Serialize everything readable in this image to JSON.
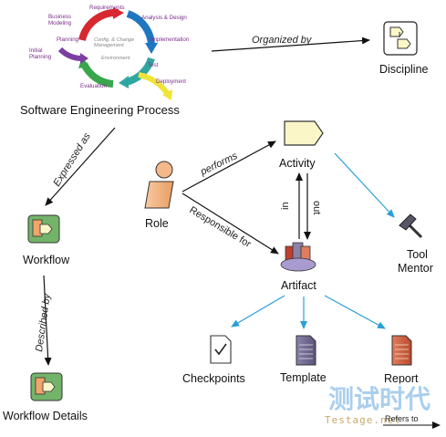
{
  "nodes": {
    "process": "Software Engineering Process",
    "discipline": "Discipline",
    "workflow": "Workflow",
    "workflow_details": "Workflow Details",
    "role": "Role",
    "activity": "Activity",
    "artifact": "Artifact",
    "tool_mentor": "Tool\nMentor",
    "checkpoints": "Checkpoints",
    "template": "Template",
    "report": "Report"
  },
  "edges": {
    "organized_by": "Organized by",
    "expressed_as": "Expressed as",
    "described_by": "Described by",
    "performs": "performs",
    "responsible_for": "Responsible for",
    "in": "in",
    "out": "out",
    "refers_to": "Refers to"
  },
  "cycle": {
    "requirements": "Requirements",
    "analysis_design": "Analysis & Design",
    "implementation": "Implementation",
    "test": "Test",
    "deployment": "Deployment",
    "evaluation": "Evaluation",
    "initial_planning": "Initial\nPlanning",
    "planning": "Planning",
    "business_modeling": "Business\nModeling",
    "config_change_mgmt": "Config. & Change\nManagement",
    "environment": "Environment"
  },
  "watermark": {
    "cn": "测试时代",
    "en": "Testage.net"
  },
  "colors": {
    "arrow_black": "#111111",
    "arrow_blue": "#2a9fd8",
    "activity_fill": "#fbf6c8",
    "role_fill": "#f5b889",
    "workflow_green": "#74b46a",
    "cycle_red": "#d7282f",
    "cycle_blue": "#1f77c2",
    "cycle_teal": "#2fa7a0",
    "cycle_green": "#39a64b",
    "cycle_purple": "#7b3fa2",
    "cycle_yellow": "#f2e33a"
  }
}
